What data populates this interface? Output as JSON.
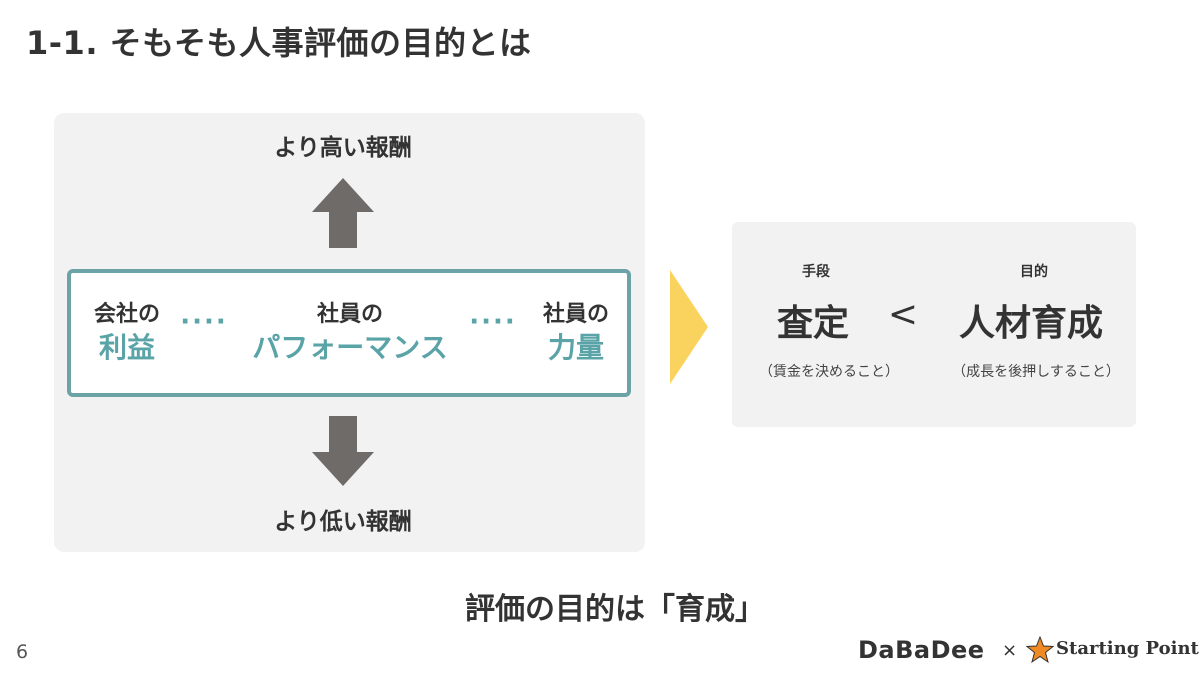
{
  "slide": {
    "title": "1-1. そもそも人事評価の目的とは",
    "page_number": "6"
  },
  "left_diagram": {
    "top_label": "より高い報酬",
    "bottom_label": "より低い報酬",
    "columns": [
      {
        "label": "会社の",
        "value": "利益"
      },
      {
        "label": "社員の",
        "value": "パフォーマンス"
      },
      {
        "label": "社員の",
        "value": "力量"
      }
    ],
    "separator": "····"
  },
  "right_panel": {
    "means_label": "手段",
    "means_value": "査定",
    "comparison": "<",
    "purpose_label": "目的",
    "purpose_value": "人材育成",
    "means_note": "（賃金を決めること）",
    "purpose_note": "（成長を後押しすること）"
  },
  "conclusion": "評価の目的は「育成」",
  "footer": {
    "logo_left": "DaBaDee",
    "times": "×",
    "logo_right": "Starting Point"
  },
  "colors": {
    "accent_teal": "#5aa3a7",
    "arrow_gray": "#6f6b69",
    "chevron_yellow": "#f9d35e",
    "panel_gray": "#f2f2f2",
    "star_orange": "#f08a24"
  }
}
